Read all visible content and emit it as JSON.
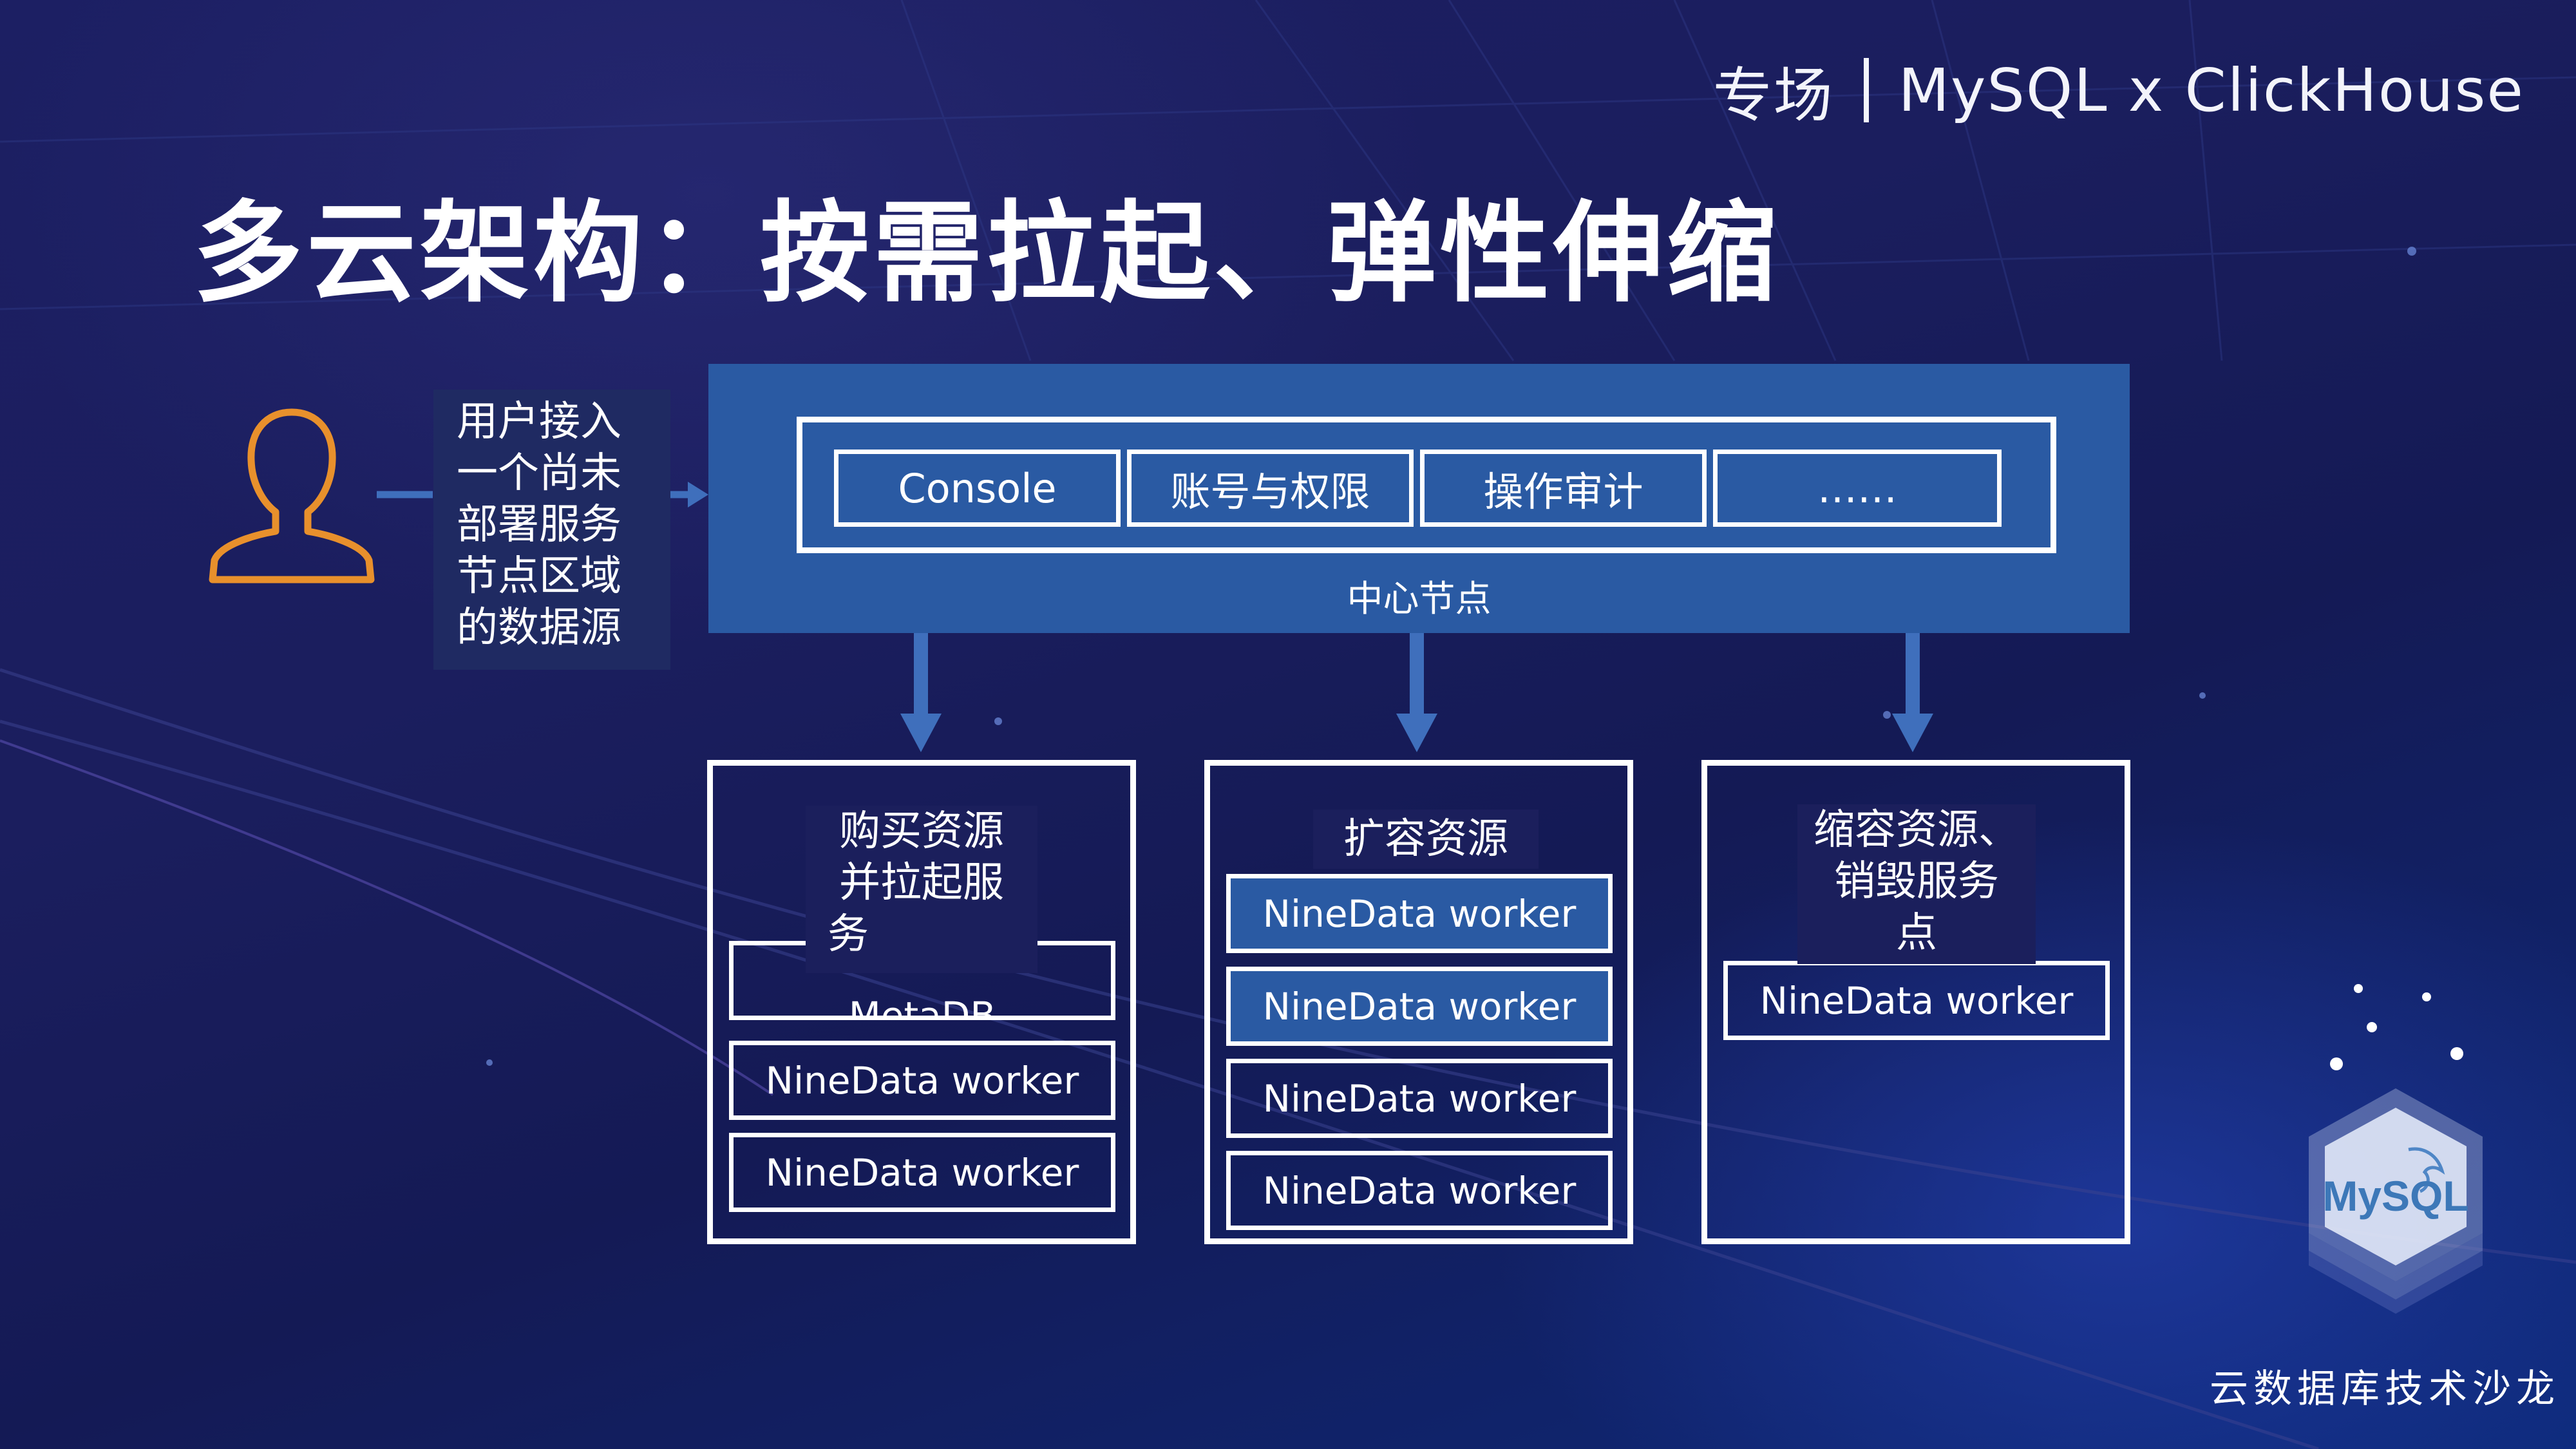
{
  "header": {
    "event_tag": "专场",
    "event_topic": "MySQL x ClickHouse",
    "title": "多云架构：按需拉起、弹性伸缩"
  },
  "user": {
    "icon": "user-icon",
    "note_lines": [
      "用户接入",
      "一个尚未",
      "部署服务",
      "节点区域",
      "的数据源"
    ]
  },
  "center_node": {
    "label": "中心节点",
    "modules": [
      "Console",
      "账号与权限",
      "操作审计",
      "……"
    ]
  },
  "regions": [
    {
      "label_lines": [
        "购买资源",
        "并拉起服",
        "务"
      ],
      "workers": [
        "MetaDB",
        "NineData worker",
        "NineData worker"
      ]
    },
    {
      "label_lines": [
        "扩容资源"
      ],
      "workers": [
        "NineData worker",
        "NineData worker",
        "NineData worker",
        "NineData worker"
      ]
    },
    {
      "label_lines": [
        "缩容资源、",
        "销毁服务",
        "点"
      ],
      "workers": [
        "NineData worker"
      ]
    }
  ],
  "logo": {
    "text": "MySQL",
    "icon": "mysql-logo"
  },
  "footer": {
    "text": "云数据库技术沙龙"
  },
  "colors": {
    "background": "#1b1e5e",
    "accent_blue": "#2a5aa3",
    "arrow": "#3f6fbc",
    "user_icon": "#e8902c",
    "text": "#ffffff"
  }
}
